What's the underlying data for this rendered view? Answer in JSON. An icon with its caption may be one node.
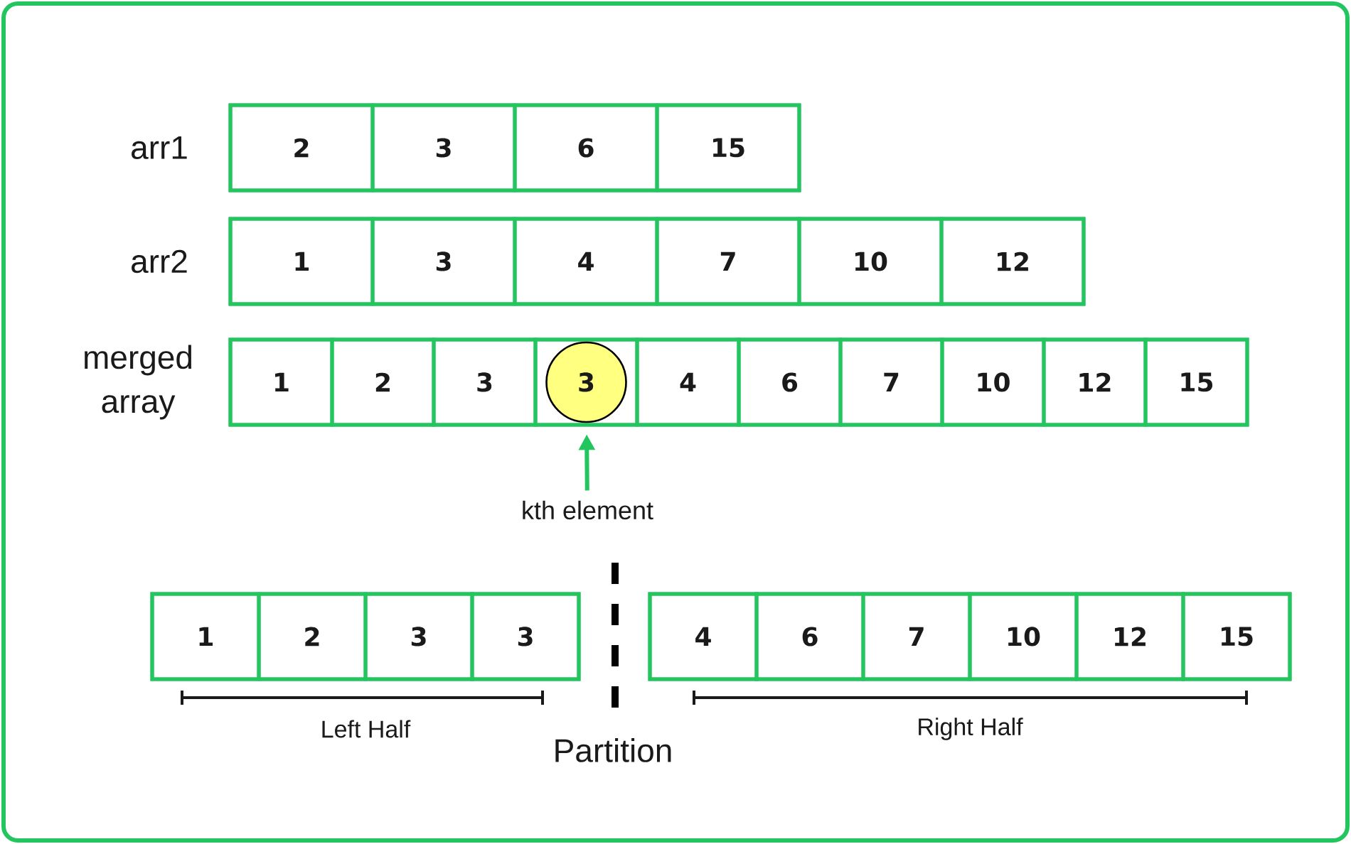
{
  "diagram": {
    "nodes": [
      {
        "text": [
          "arr1"
        ]
      },
      {
        "text": [
          "2"
        ],
        "in": 0
      },
      {
        "text": [
          "3"
        ],
        "in": 0
      },
      {
        "text": [
          "6"
        ],
        "in": 0
      },
      {
        "text": [
          "15"
        ],
        "in": 0
      },
      {
        "text": [
          "arr2"
        ]
      },
      {
        "text": [
          "1"
        ],
        "in": 5
      },
      {
        "text": [
          "3"
        ],
        "in": 5
      },
      {
        "text": [
          "4"
        ],
        "in": 5
      },
      {
        "text": [
          "7"
        ],
        "in": 5
      },
      {
        "text": [
          "10"
        ],
        "in": 5
      },
      {
        "text": [
          "12"
        ],
        "in": 5
      },
      {
        "text": [
          "merged array"
        ]
      },
      {
        "text": [
          "1"
        ],
        "in": 12
      },
      {
        "text": [
          "2"
        ],
        "in": 12
      },
      {
        "text": [
          "3"
        ],
        "in": 12
      },
      {
        "text": [],
        "shape": "box",
        "in": 12
      },
      {
        "text": [
          "3"
        ],
        "in": 16
      },
      {
        "text": [
          "4"
        ],
        "in": 12
      },
      {
        "text": [
          "6"
        ],
        "in": 12
      },
      {
        "text": [
          "7"
        ],
        "in": 12
      },
      {
        "text": [
          "10"
        ],
        "in": 12
      },
      {
        "text": [
          "12"
        ],
        "in": 12
      },
      {
        "text": [
          "15"
        ],
        "in": 12
      },
      {
        "text": [
          "kth element"
        ]
      },
      {
        "text": [],
        "shape": "box"
      },
      {
        "text": [
          "1"
        ],
        "in": 25
      },
      {
        "text": [
          "2"
        ],
        "in": 25
      },
      {
        "text": [
          "3"
        ],
        "in": 25
      },
      {
        "text": [
          "3"
        ],
        "in": 25
      },
      {
        "text": [],
        "shape": "box"
      },
      {
        "text": [
          "4"
        ],
        "in": 30
      },
      {
        "text": [
          "6"
        ],
        "in": 30
      },
      {
        "text": [
          "7"
        ],
        "in": 30
      },
      {
        "text": [
          "10"
        ],
        "in": 30
      },
      {
        "text": [
          "12"
        ],
        "in": 30
      },
      {
        "text": [
          "15"
        ],
        "in": 30
      }
    ],
    "edges": [
      {
        "from": 24,
        "to": 17,
        "arrow": "to"
      }
    ],
    "labels": [
      "Left Half",
      "Partition",
      "Right Half"
    ]
  }
}
